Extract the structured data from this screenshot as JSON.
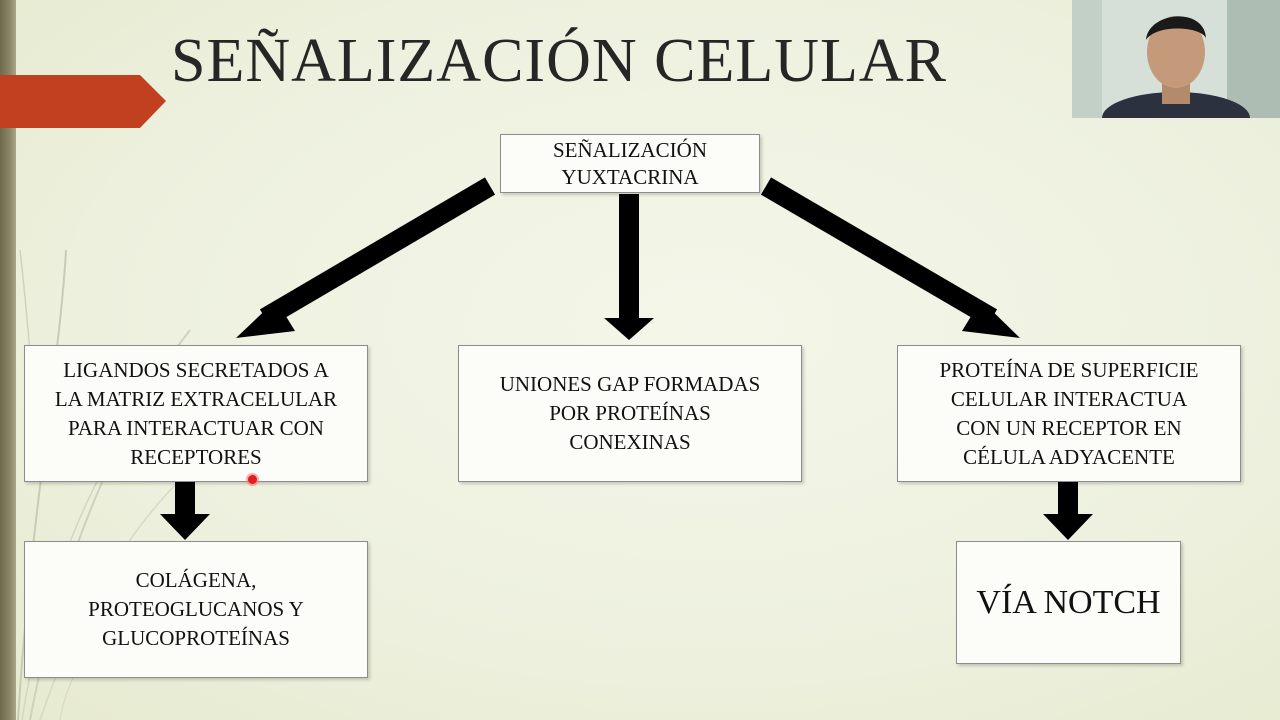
{
  "title": "SEÑALIZACIÓN CELULAR",
  "nodes": {
    "root": "SEÑALIZACIÓN\nYUXTACRINA",
    "ligandos": "LIGANDOS SECRETADOS A\nLA MATRIZ EXTRACELULAR\nPARA INTERACTUAR CON\nRECEPTORES",
    "uniones": "UNIONES GAP FORMADAS\nPOR PROTEÍNAS\nCONEXINAS",
    "proteina": "PROTEÍNA DE SUPERFICIE\nCELULAR INTERACTUA\nCON UN RECEPTOR EN\nCÉLULA ADYACENTE",
    "colagena": "COLÁGENA,\nPROTEOGLUCANOS Y\nGLUCOPROTEÍNAS",
    "notch": "VÍA NOTCH"
  },
  "colors": {
    "accent_ribbon": "#c0401f",
    "arrow": "#000000",
    "box_border": "#8c8c8c"
  }
}
